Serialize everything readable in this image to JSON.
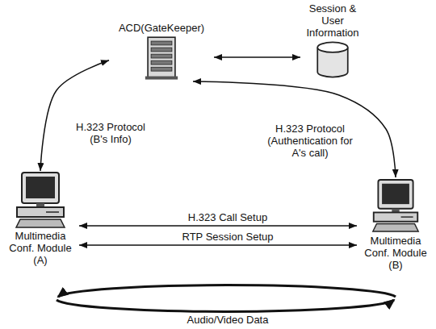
{
  "diagram": {
    "nodes": [
      {
        "text": [
          "ACD(GateKeeper)"
        ]
      },
      {
        "text": [
          "Session & User Information"
        ]
      },
      {
        "text": [
          "Multimedia Conf. Module (A)"
        ]
      },
      {
        "text": [
          "Multimedia Conf. Module (B)"
        ]
      }
    ],
    "edges": [
      {
        "from": 0,
        "to": 1,
        "arrow": "both"
      },
      {
        "from": 0,
        "to": 2,
        "label": "H.323 Protocol (B's Info)",
        "arrow": "both"
      },
      {
        "from": 0,
        "to": 3,
        "label": "H.323 Protocol (Authentication for A's call)",
        "arrow": "both"
      },
      {
        "from": 2,
        "to": 3,
        "label": "H.323 Call Setup",
        "arrow": "both"
      },
      {
        "from": 2,
        "to": 3,
        "label": "RTP Session Setup",
        "arrow": "both"
      }
    ],
    "labels": [
      "Audio/Video Data"
    ]
  }
}
